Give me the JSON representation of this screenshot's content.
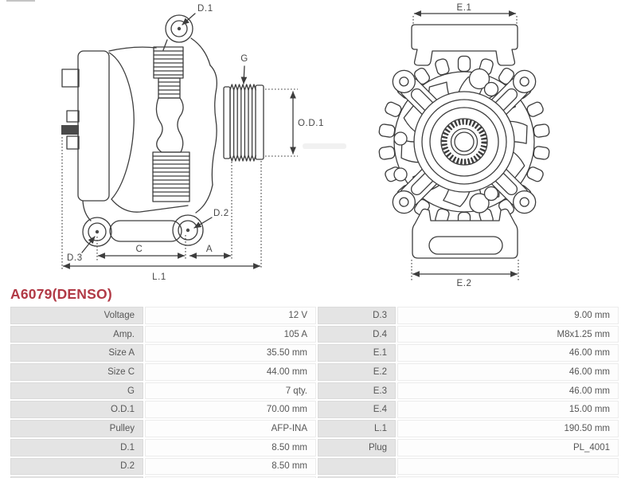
{
  "title": {
    "text": "A6079(DENSO)"
  },
  "colors": {
    "accent_red": "#b13945",
    "line": "#3d3d3d",
    "label_cell_bg": "#e4e4e4",
    "value_cell_bg": "#fdfdfd",
    "table_text": "#565656"
  },
  "diagram": {
    "side_view": {
      "d1": "D.1",
      "g": "G",
      "od1": "O.D.1",
      "d2": "D.2",
      "d3": "D.3",
      "c": "C",
      "a": "A",
      "l1": "L.1"
    },
    "front_view": {
      "e1": "E.1",
      "e2": "E.2"
    }
  },
  "specs": {
    "rows": [
      {
        "l1": "Voltage",
        "v1": "12 V",
        "l2": "D.3",
        "v2": "9.00 mm"
      },
      {
        "l1": "Amp.",
        "v1": "105 A",
        "l2": "D.4",
        "v2": "M8x1.25 mm"
      },
      {
        "l1": "Size A",
        "v1": "35.50 mm",
        "l2": "E.1",
        "v2": "46.00 mm"
      },
      {
        "l1": "Size C",
        "v1": "44.00 mm",
        "l2": "E.2",
        "v2": "46.00 mm"
      },
      {
        "l1": "G",
        "v1": "7 qty.",
        "l2": "E.3",
        "v2": "46.00 mm"
      },
      {
        "l1": "O.D.1",
        "v1": "70.00 mm",
        "l2": "E.4",
        "v2": "15.00 mm"
      },
      {
        "l1": "Pulley",
        "v1": "AFP-INA",
        "l2": "L.1",
        "v2": "190.50 mm"
      },
      {
        "l1": "D.1",
        "v1": "8.50 mm",
        "l2": "Plug",
        "v2": "PL_4001"
      },
      {
        "l1": "D.2",
        "v1": "8.50 mm",
        "l2": "",
        "v2": ""
      }
    ]
  }
}
